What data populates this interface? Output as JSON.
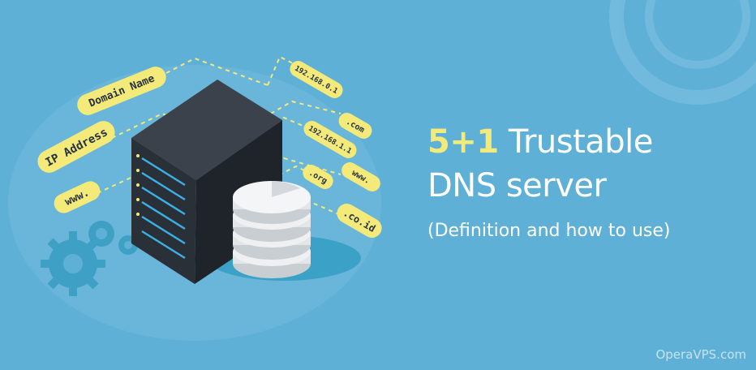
{
  "colors": {
    "background": "#5fb0d6",
    "accent": "#f3ea7a",
    "tag": "#f3ea7a",
    "server": "#2a3038",
    "led": "#3ab0e6"
  },
  "icons": [
    "server-icon",
    "database-icon",
    "gear-icon"
  ],
  "tags": {
    "domain_name": "Domain Name",
    "ip_address": "IP Address",
    "www_left": "www.",
    "ip1": "192.168.0.1",
    "com": ".com",
    "ip2": "192.168.1.1",
    "www_right": "www.",
    "org": ".org",
    "coid": ".co.id"
  },
  "headline": {
    "accent": "5+1",
    "line1_rest": " Trustable",
    "line2": "DNS server",
    "subtitle": "(Definition and how to use)"
  },
  "brand": "OperaVPS.com"
}
